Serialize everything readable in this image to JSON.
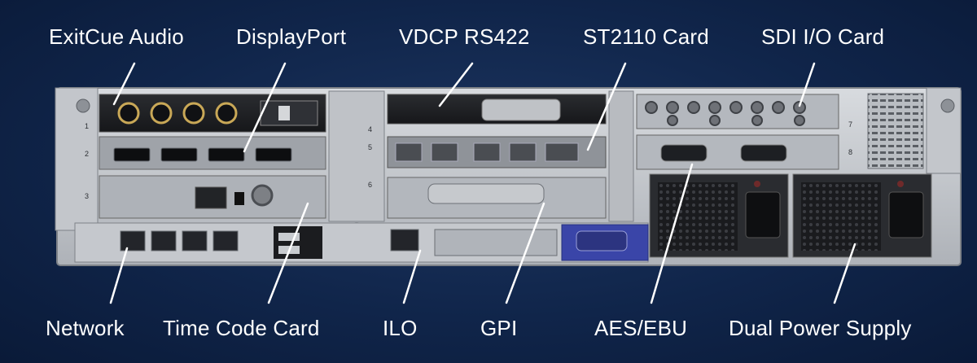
{
  "labels": {
    "exitcue_audio": "ExitCue Audio",
    "displayport": "DisplayPort",
    "vdcp_rs422": "VDCP RS422",
    "st2110_card": "ST2110 Card",
    "sdi_io_card": "SDI I/O Card",
    "network": "Network",
    "time_code_card": "Time Code Card",
    "ilo": "ILO",
    "gpi": "GPI",
    "aes_ebu": "AES/EBU",
    "dual_power_supply": "Dual Power Supply"
  },
  "slot_numbers": [
    "1",
    "2",
    "3",
    "4",
    "5",
    "6",
    "7",
    "8"
  ],
  "colors": {
    "background": "#10254a",
    "label_text": "#ffffff",
    "chassis_metal": "#c9ccd0",
    "vga_port_accent": "#3a45a8"
  }
}
